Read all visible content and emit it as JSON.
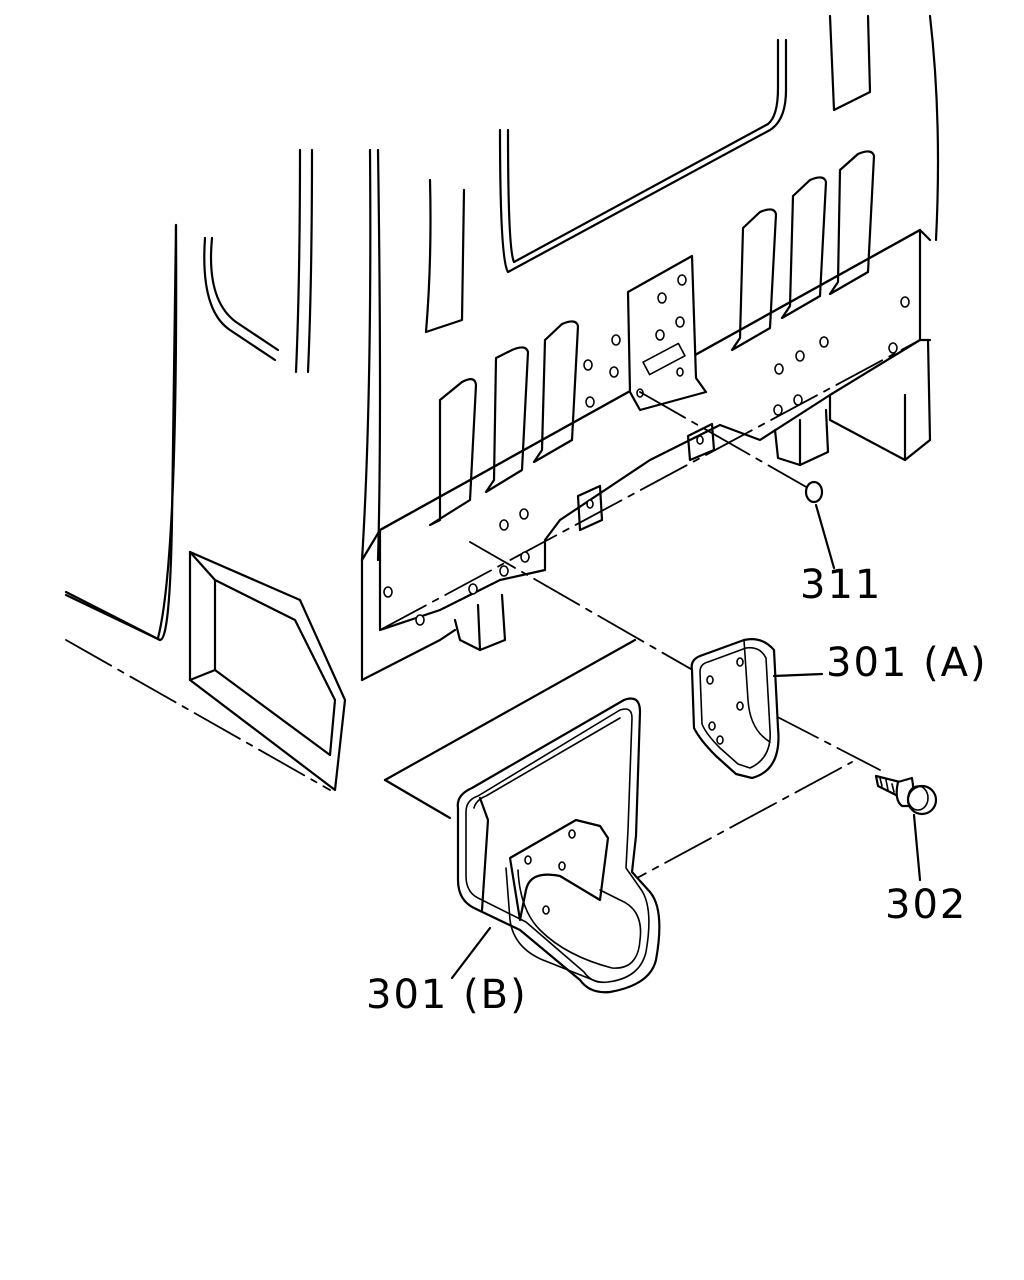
{
  "callouts": {
    "part_311": "311",
    "part_301a": "301 (A)",
    "part_302": "302",
    "part_301b": "301 (B)"
  }
}
